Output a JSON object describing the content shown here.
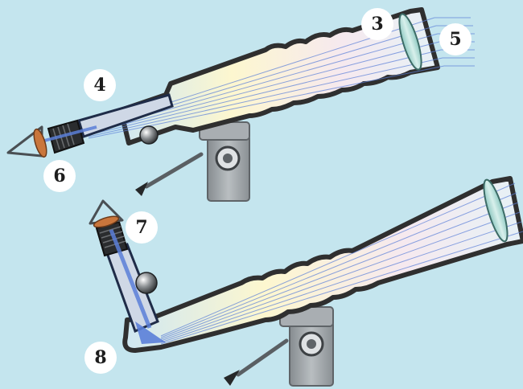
{
  "diagram": {
    "labels": [
      {
        "id": "label-3",
        "text": "3"
      },
      {
        "id": "label-4",
        "text": "4"
      },
      {
        "id": "label-5",
        "text": "5"
      },
      {
        "id": "label-6",
        "text": "6"
      },
      {
        "id": "label-7",
        "text": "7"
      },
      {
        "id": "label-8",
        "text": "8"
      }
    ],
    "colors": {
      "background": "#c4e5ee",
      "tube_outline": "#2f2f2f",
      "tube_fill": "#fbf6d2",
      "light_rays": "#4a6fd4",
      "lens": "#a8d8d2",
      "mount": "#9ea4a8",
      "eye_lens": "#c9763c"
    }
  }
}
